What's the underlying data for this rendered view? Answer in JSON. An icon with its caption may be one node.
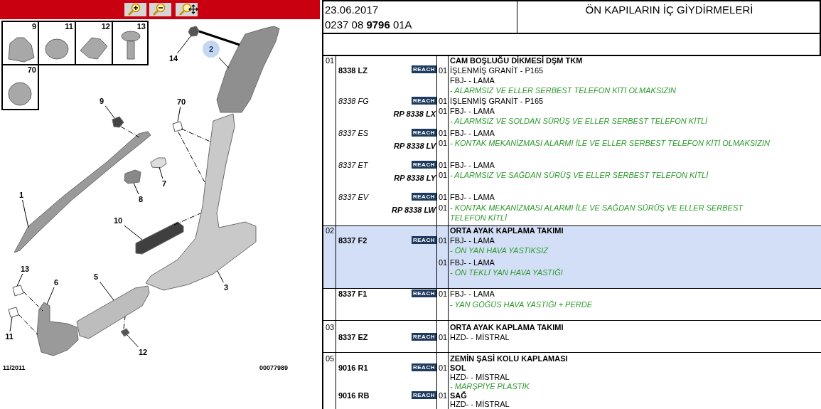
{
  "diagram": {
    "title": "ÖN KAPILARIN İÇ GİYDİRMELERİ",
    "nodes": [
      {
        "text": [
          "9"
        ]
      },
      {
        "text": [
          "11"
        ]
      },
      {
        "text": [
          "12"
        ]
      },
      {
        "text": [
          "13"
        ]
      },
      {
        "text": [
          "70"
        ]
      },
      {
        "text": [],
        "shape": "picture"
      },
      {
        "text": [
          "14"
        ]
      },
      {
        "text": [
          "2"
        ]
      },
      {
        "text": [],
        "shape": "picture"
      },
      {
        "text": [
          "9"
        ]
      },
      {
        "text": [],
        "shape": "picture"
      },
      {
        "text": [
          "70"
        ]
      },
      {
        "text": [],
        "shape": "box"
      },
      {
        "text": [],
        "shape": "picture"
      },
      {
        "text": [],
        "shape": "picture"
      },
      {
        "text": [],
        "shape": "picture"
      },
      {
        "text": [
          "7"
        ]
      },
      {
        "text": [
          "8"
        ]
      },
      {
        "text": [
          "1"
        ]
      },
      {
        "text": [
          "10"
        ]
      },
      {
        "text": [],
        "shape": "picture"
      },
      {
        "text": [],
        "shape": "picture"
      },
      {
        "text": [
          "13"
        ]
      },
      {
        "text": [],
        "shape": "box"
      },
      {
        "text": [
          "6"
        ]
      },
      {
        "text": [
          "5"
        ]
      },
      {
        "text": [
          "3"
        ]
      },
      {
        "text": [],
        "shape": "box"
      },
      {
        "text": [],
        "shape": "picture"
      },
      {
        "text": [],
        "shape": "picture"
      },
      {
        "text": [
          "11"
        ]
      },
      {
        "text": [],
        "shape": "picture"
      },
      {
        "text": [
          "12"
        ]
      }
    ],
    "edges": [
      {
        "from": 6,
        "to": 5,
        "arrow": "none"
      },
      {
        "from": 7,
        "to": 8,
        "arrow": "none"
      },
      {
        "from": 9,
        "to": 10,
        "arrow": "none"
      },
      {
        "from": 11,
        "to": 12,
        "arrow": "none"
      },
      {
        "from": 18,
        "to": 13,
        "arrow": "none"
      },
      {
        "from": 16,
        "to": 14,
        "arrow": "none"
      },
      {
        "from": 17,
        "to": 15,
        "arrow": "none"
      },
      {
        "from": 19,
        "to": 20,
        "arrow": "none"
      },
      {
        "from": 22,
        "to": 23,
        "arrow": "none"
      },
      {
        "from": 24,
        "to": 28,
        "arrow": "none"
      },
      {
        "from": 25,
        "to": 29,
        "arrow": "none"
      },
      {
        "from": 26,
        "to": 21,
        "arrow": "none"
      },
      {
        "from": 30,
        "to": 27,
        "arrow": "none"
      },
      {
        "from": 32,
        "to": 31,
        "arrow": "none"
      },
      {
        "from": 5,
        "to": 8,
        "arrow": "none",
        "style": "thick"
      },
      {
        "from": 10,
        "to": 13,
        "arrow": "none",
        "style": "dashed"
      },
      {
        "from": 12,
        "to": 21,
        "arrow": "none",
        "style": "dashed"
      },
      {
        "from": 12,
        "to": 21,
        "arrow": "none",
        "style": "dashed"
      },
      {
        "from": 20,
        "to": 21,
        "arrow": "none",
        "style": "dashed"
      },
      {
        "from": 23,
        "to": 28,
        "arrow": "none",
        "style": "dashed"
      },
      {
        "from": 27,
        "to": 28,
        "arrow": "none",
        "style": "dashed"
      },
      {
        "from": 31,
        "to": 29,
        "arrow": "none",
        "style": "dashed"
      }
    ],
    "labels": [
      "23.06.2017",
      "0237 08 **9796** 01A",
      "01",
      "CAM BOŞLUĞU DİKMESİ DŞM TKM",
      "8338 LZ",
      "REACH",
      "01",
      "İŞLENMİŞ GRANİT - P165",
      "FBJ- - LAMA",
      "- ALARMSIZ VE ELLER SERBEST TELEFON KİTİ OLMAKSIZIN",
      "8338 FG",
      "REACH",
      "01",
      "İŞLENMİŞ GRANİT - P165",
      "RP 8338 LX",
      "01",
      "FBJ- - LAMA",
      "- ALARMSIZ VE SOLDAN SÜRÜŞ VE ELLER SERBEST TELEFON KİTLİ",
      "8337 ES",
      "REACH",
      "01",
      "FBJ- - LAMA",
      "RP 8338 LV",
      "01",
      "- KONTAK MEKANİZMASI ALARMI İLE VE ELLER SERBEST TELEFON KİTİ OLMAKSIZIN",
      "8337 ET",
      "REACH",
      "01",
      "FBJ- - LAMA",
      "RP 8338 LY",
      "01",
      "- ALARMSIZ VE SAĞDAN SÜRÜŞ VE ELLER SERBEST TELEFON KİTLİ",
      "8337 EV",
      "REACH",
      "01",
      "FBJ- - LAMA",
      "RP 8338 LW",
      "01",
      "- KONTAK MEKANİZMASI ALARMI İLE VE SAĞDAN SÜRÜŞ VE ELLER SERBEST TELEFON KİTLİ",
      "02",
      "ORTA AYAK KAPLAMA TAKIMI",
      "8337 F2",
      "REACH",
      "01",
      "FBJ- - LAMA",
      "- ÖN YAN HAVA YASTIKSIZ",
      "01",
      "FBJ- - LAMA",
      "- ÖN TEKLİ YAN HAVA YASTIĞI",
      "8337 F1",
      "REACH",
      "01",
      "FBJ- - LAMA",
      "- YAN GÖĞÜS HAVA YASTIĞI + PERDE",
      "03",
      "ORTA AYAK KAPLAMA TAKIMI",
      "8337 EZ",
      "REACH",
      "01",
      "HZD- - MİSTRAL",
      "05",
      "ZEMİN ŞASİ KOLU KAPLAMASI",
      "9016 R1",
      "REACH",
      "01",
      "SOL",
      "HZD- - MİSTRAL",
      "- MARŞPİYE PLASTİK",
      "9016 RB",
      "REACH",
      "01",
      "SAĞ",
      "HZD- - MİSTRAL",
      "11/2011",
      "00077989"
    ]
  }
}
